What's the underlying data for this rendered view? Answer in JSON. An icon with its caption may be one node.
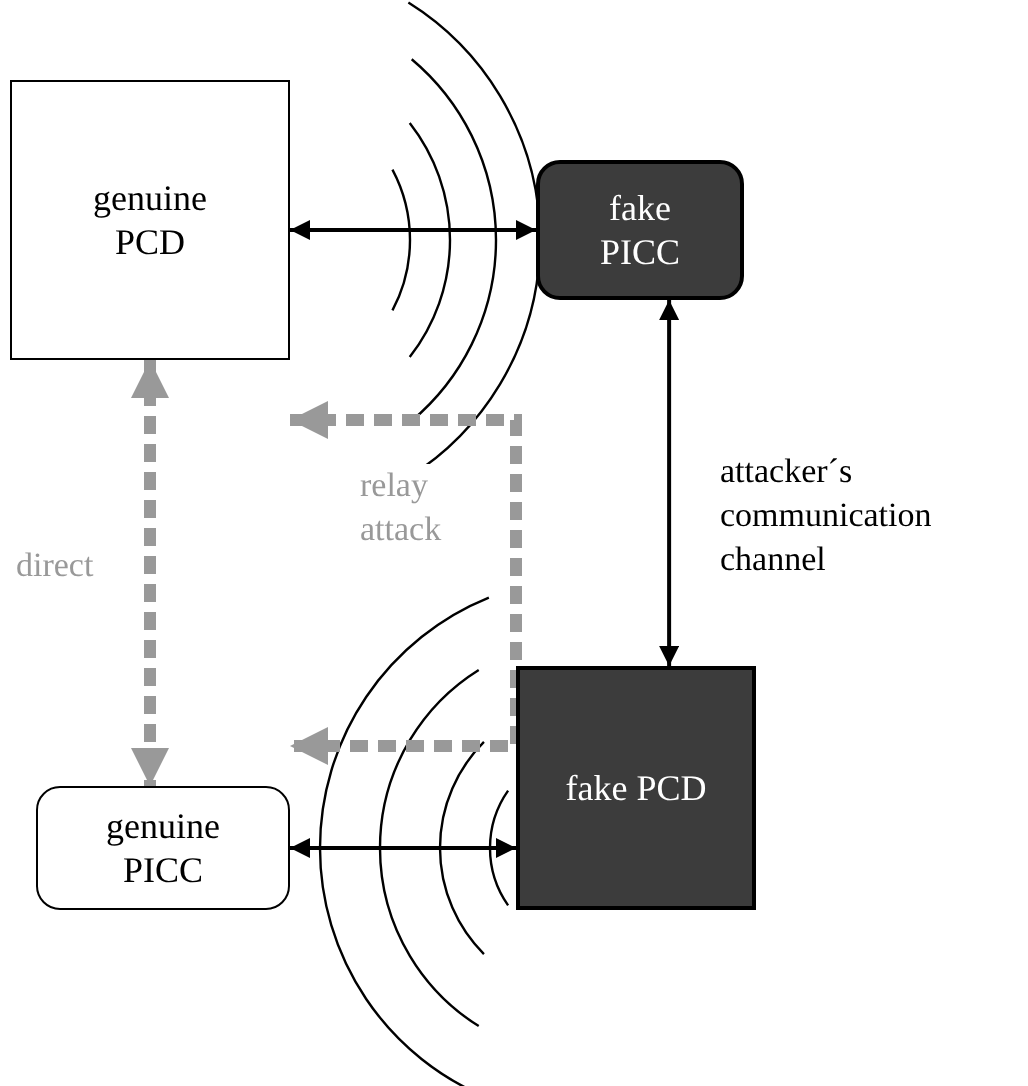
{
  "diagram": {
    "nodes": [
      {
        "text": [
          "genuine PCD"
        ]
      },
      {
        "text": [
          "fake PICC"
        ]
      },
      {
        "text": [
          "genuine PICC"
        ]
      },
      {
        "text": [
          "fake PCD"
        ]
      }
    ],
    "edges": [
      {
        "from": 0,
        "to": 1,
        "arrow": "both"
      },
      {
        "from": 1,
        "to": 3,
        "arrow": "both",
        "label": "attacker´s communication channel"
      },
      {
        "from": 2,
        "to": 3,
        "arrow": "both"
      },
      {
        "from": 0,
        "to": 2,
        "arrow": "both",
        "label": "direct",
        "style": "dashed",
        "color": "#999999"
      },
      {
        "from": 0,
        "to": 2,
        "arrow": "both",
        "label": "relay attack",
        "style": "dashed",
        "color": "#999999"
      }
    ]
  }
}
